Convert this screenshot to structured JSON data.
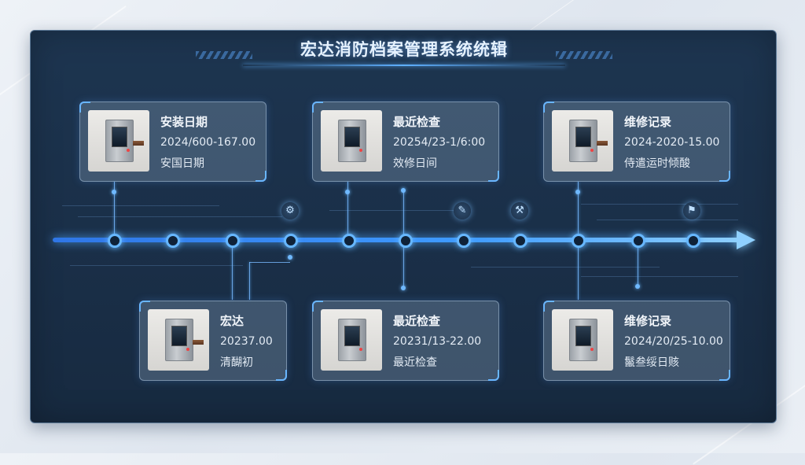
{
  "header": {
    "title": "宏达消防档案管理系统统辑"
  },
  "cards_top": [
    {
      "title": "安装日期",
      "line2": "2024/600-167.00",
      "line3": "安国日期"
    },
    {
      "title": "最近检查",
      "line2": "20254/23-1/6:00",
      "line3": "效修日间"
    },
    {
      "title": "维修记录",
      "line2": "2024-2020-15.00",
      "line3": "侍遣运时倾酸"
    }
  ],
  "cards_bottom": [
    {
      "title": "宏达",
      "line2": "20237.00",
      "line3": "清醐初"
    },
    {
      "title": "最近检查",
      "line2": "20231/13-22.00",
      "line3": "最近检查"
    },
    {
      "title": "维修记录",
      "line2": "2024/20/25-10.00",
      "line3": "鬣叁绥日赅"
    }
  ],
  "icons": [
    "gear-icon",
    "tool-icon",
    "wrench-icon",
    "person-icon"
  ],
  "colors": {
    "accent": "#3f9bff",
    "panel": "#1b3149",
    "text": "#f1f5fa"
  }
}
